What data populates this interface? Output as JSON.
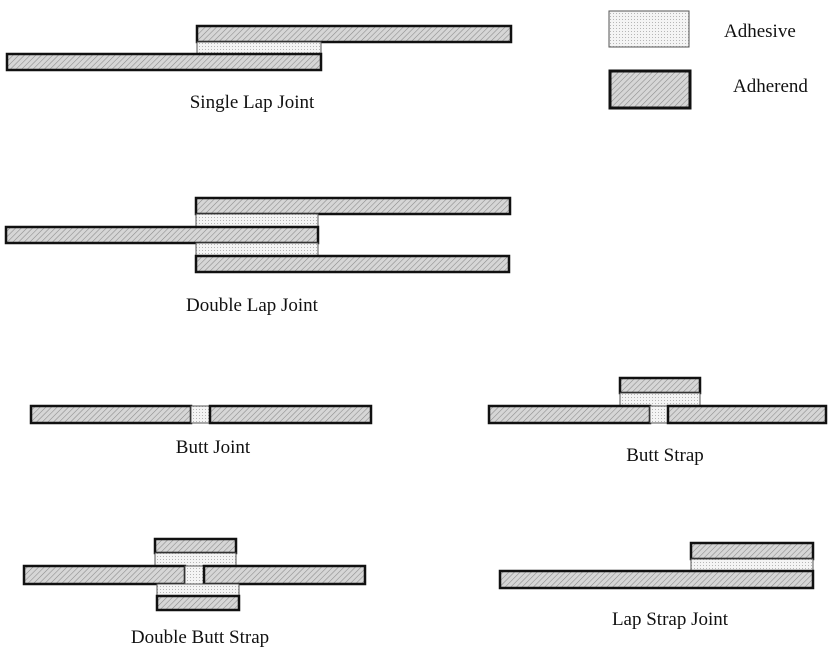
{
  "legend": {
    "adhesive_label": "Adhesive",
    "adherend_label": "Adherend"
  },
  "joints": {
    "single_lap": "Single Lap Joint",
    "double_lap": "Double Lap Joint",
    "butt": "Butt Joint",
    "butt_strap": "Butt Strap",
    "double_butt_strap": "Double Butt Strap",
    "lap_strap": "Lap Strap Joint"
  },
  "colors": {
    "adherend_fill": "#d6d6d6",
    "hatch": "#8a8a8a",
    "adhesive_fill": "#f2f2f2",
    "dots": "#9a9a9a",
    "outline": "#111111"
  }
}
